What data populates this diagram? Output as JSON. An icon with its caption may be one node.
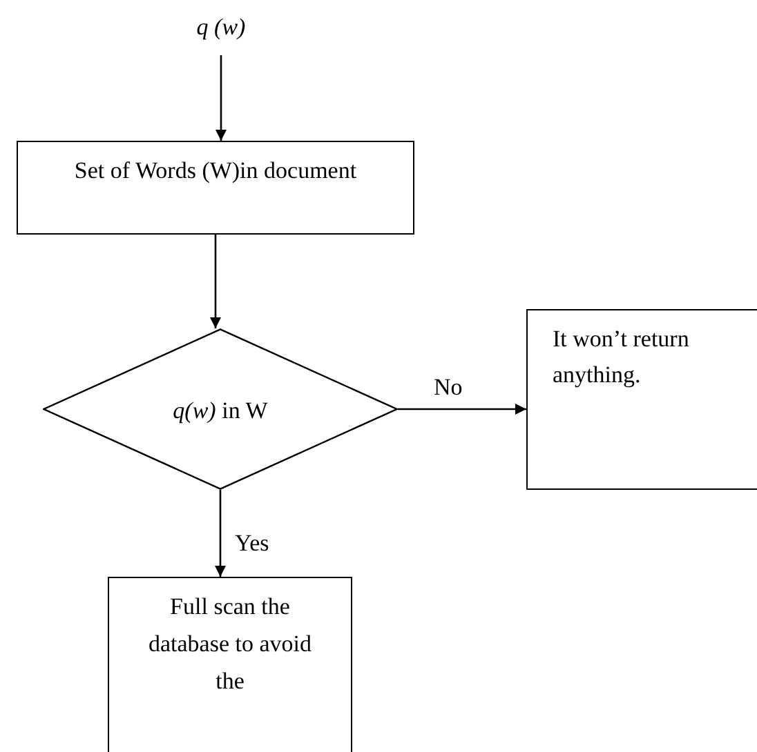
{
  "diagram": {
    "nodes": [
      {
        "text": [
          "q (w)"
        ]
      },
      {
        "text": [
          "Set of Words (W)in document"
        ]
      },
      {
        "text": [
          "*q(w)* in W"
        ]
      },
      {
        "text": [
          "It won’t return anything."
        ]
      },
      {
        "text": [
          "Full scan the database to avoid the"
        ]
      }
    ],
    "edges": [
      {
        "from": 0,
        "to": 1,
        "arrow": "to"
      },
      {
        "from": 1,
        "to": 2,
        "arrow": "to"
      },
      {
        "from": 2,
        "to": 3,
        "arrow": "to",
        "label": "No"
      },
      {
        "from": 2,
        "to": 4,
        "arrow": "to",
        "label": "Yes"
      }
    ]
  }
}
